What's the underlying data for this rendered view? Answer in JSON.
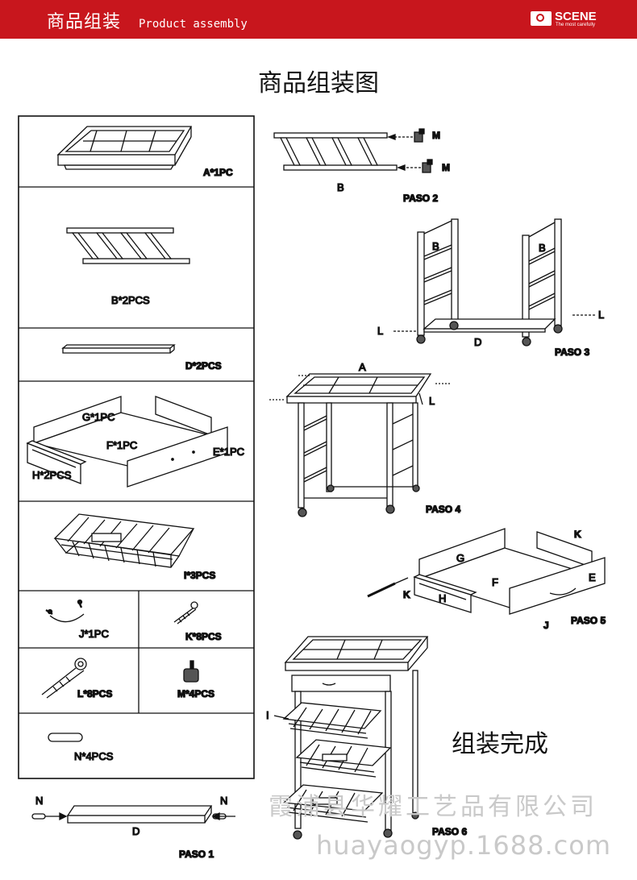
{
  "header": {
    "title_zh": "商品组装",
    "title_en": "Product assembly",
    "brand_name": "SCENE",
    "brand_tagline": "The most carefully",
    "color": "#c8161d"
  },
  "page_title": "商品组装图",
  "parts": [
    {
      "label": "A*1PC"
    },
    {
      "label": "B*2PCS"
    },
    {
      "label": "D*2PCS"
    },
    {
      "label": "G*1PC",
      "label2": "F*1PC",
      "label3": "E*1PC",
      "label4": "H*2PCS"
    },
    {
      "label": "I*3PCS"
    },
    {
      "label": "J*1PC"
    },
    {
      "label": "K*8PCS"
    },
    {
      "label": "L*8PCS"
    },
    {
      "label": "M*4PCS"
    },
    {
      "label": "N*4PCS"
    }
  ],
  "steps": {
    "paso1": {
      "title": "PASO 1",
      "n_left": "N",
      "n_right": "N",
      "d": "D"
    },
    "paso2": {
      "title": "PASO 2",
      "b": "B",
      "m1": "M",
      "m2": "M"
    },
    "paso3": {
      "title": "PASO 3",
      "b1": "B",
      "b2": "B",
      "d": "D",
      "l1": "L",
      "l2": "L"
    },
    "paso4": {
      "title": "PASO 4",
      "a": "A",
      "l": "L"
    },
    "paso5": {
      "title": "PASO 5",
      "g": "G",
      "f": "F",
      "e": "E",
      "h": "H",
      "k1": "K",
      "k2": "K",
      "j": "J"
    },
    "paso6": {
      "title": "PASO 6",
      "i": "I"
    }
  },
  "finished_label": "组装完成",
  "watermark": {
    "line1": "霞浦县华耀工艺品有限公司",
    "line2": "huayaogyp.1688.com"
  }
}
